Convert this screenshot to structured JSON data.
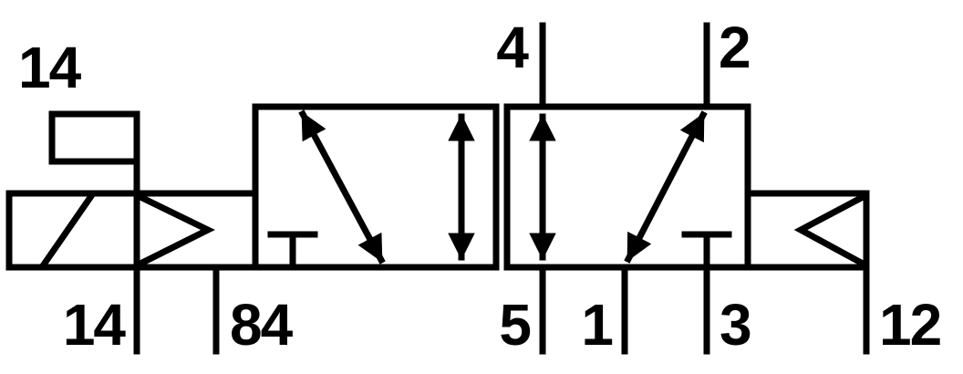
{
  "diagram": {
    "colors": {
      "line": "#000000",
      "text": "#000000",
      "background": "#ffffff"
    },
    "labels": {
      "pilot_top": "14",
      "port_4": "4",
      "port_2": "2",
      "port_14_bottom": "14",
      "port_84": "84",
      "port_5": "5",
      "port_1": "1",
      "port_3": "3",
      "port_12": "12"
    }
  }
}
